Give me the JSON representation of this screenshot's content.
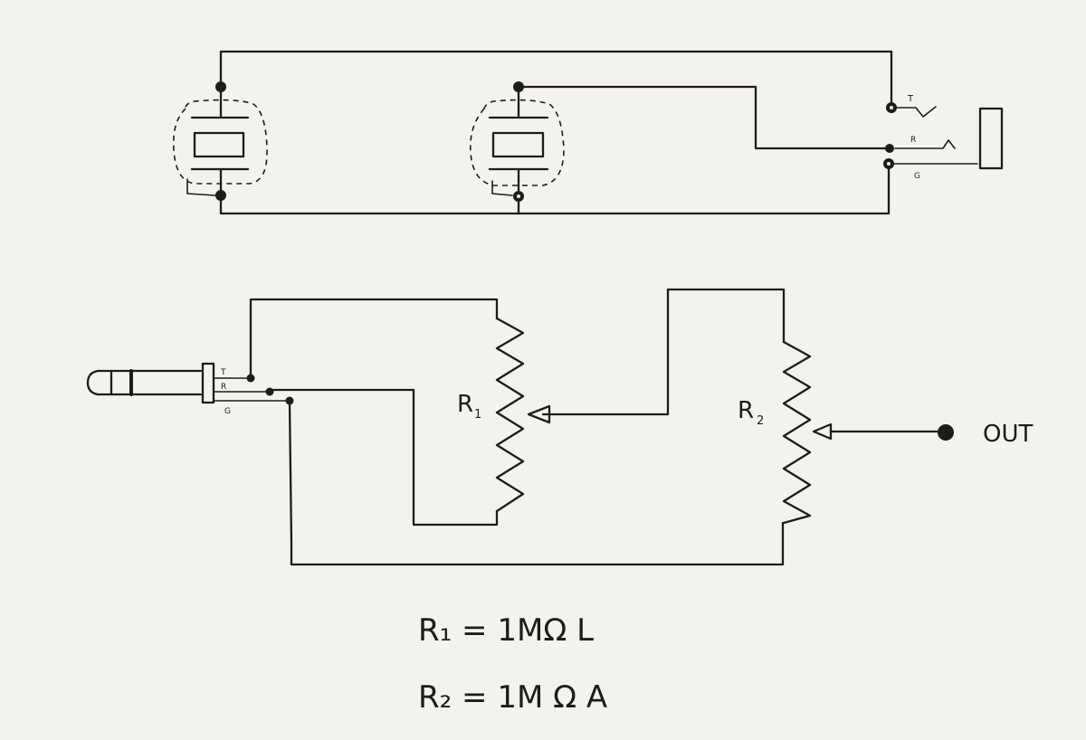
{
  "top_circuit": {
    "jack_contacts": {
      "tip": "T",
      "ring": "R",
      "ground": "G"
    }
  },
  "bottom_circuit": {
    "plug_contacts": {
      "tip": "T",
      "ring": "R",
      "ground": "G"
    },
    "pot1": {
      "label": "R",
      "sub": "1"
    },
    "pot2": {
      "label": "R",
      "sub": "2"
    },
    "output_label": "OUT"
  },
  "legend": {
    "line1": "R₁ = 1MΩ L",
    "line2": "R₂ = 1M Ω A"
  }
}
